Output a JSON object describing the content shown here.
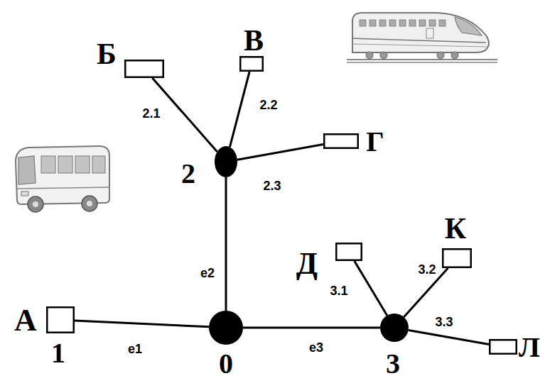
{
  "diagram": {
    "nodes": [
      {
        "text": [
          "Б"
        ]
      },
      {
        "text": [
          "В"
        ]
      },
      {
        "text": [
          "Г"
        ]
      },
      {
        "text": [
          "2"
        ]
      },
      {
        "text": [
          "Д"
        ]
      },
      {
        "text": [
          "К"
        ]
      },
      {
        "text": [
          "А",
          "1"
        ]
      },
      {
        "text": [
          "0"
        ]
      },
      {
        "text": [
          "3"
        ]
      },
      {
        "text": [
          "Л"
        ]
      }
    ],
    "edges": [
      {
        "from": 6,
        "to": 7,
        "arrow": "none",
        "label": "e1"
      },
      {
        "from": 7,
        "to": 3,
        "arrow": "none",
        "label": "e2"
      },
      {
        "from": 7,
        "to": 8,
        "arrow": "none",
        "label": "e3"
      },
      {
        "from": 3,
        "to": 0,
        "arrow": "none",
        "label": "2.1"
      },
      {
        "from": 3,
        "to": 1,
        "arrow": "none",
        "label": "2.2"
      },
      {
        "from": 3,
        "to": 2,
        "arrow": "none",
        "label": "2.3"
      },
      {
        "from": 8,
        "to": 4,
        "arrow": "none",
        "label": "3.1"
      },
      {
        "from": 8,
        "to": 5,
        "arrow": "none",
        "label": "3.2"
      },
      {
        "from": 8,
        "to": 9,
        "arrow": "none",
        "label": "3.3"
      }
    ]
  }
}
